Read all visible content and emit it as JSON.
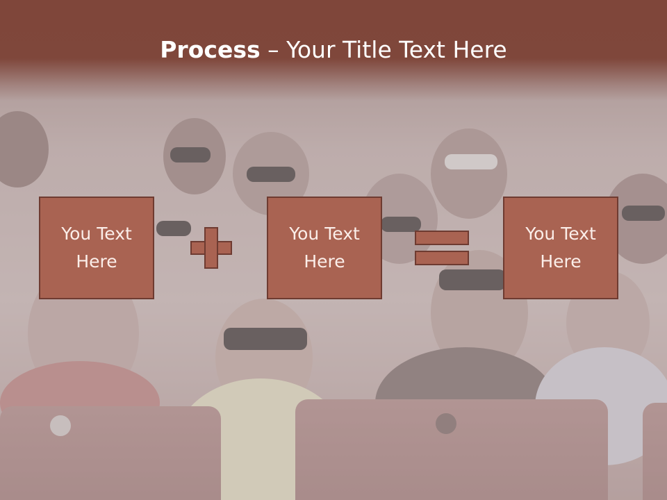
{
  "title": {
    "bold": "Process",
    "rest": " – Your Title Text Here"
  },
  "boxes": [
    {
      "line1": "You Text",
      "line2": "Here"
    },
    {
      "line1": "You Text",
      "line2": "Here"
    },
    {
      "line1": "You Text",
      "line2": "Here"
    }
  ],
  "operators": {
    "plus_icon": "plus-icon",
    "equals_icon": "equals-icon"
  },
  "colors": {
    "header": "#7f473b",
    "box_fill": "#a96352",
    "box_border": "#6e3b31",
    "text": "#ffffff"
  }
}
